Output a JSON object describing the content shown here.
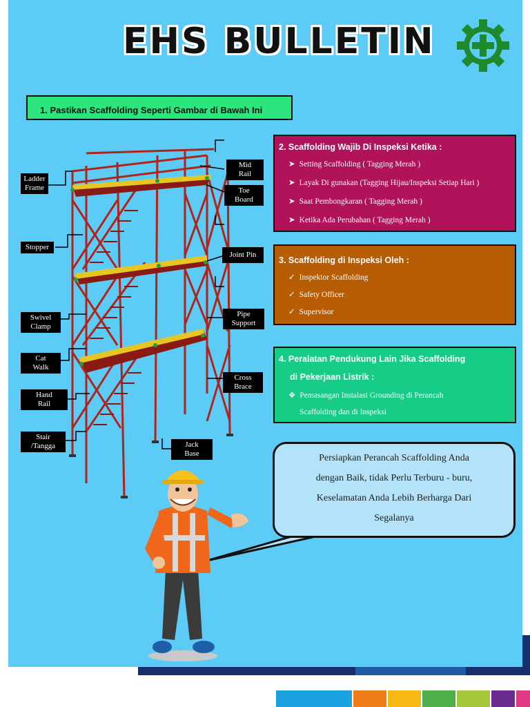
{
  "header": {
    "title": "EHS BULLETIN",
    "logo": "green-gear-cross-icon",
    "accent": "#1e8a2b"
  },
  "colors": {
    "background": "#5ccbf6",
    "box1": "#2de57d",
    "box2": "#b1135a",
    "box3": "#b65d06",
    "box4": "#17cc86",
    "bubble": "#b3e2f9"
  },
  "box1": {
    "text": "1. Pastikan Scaffolding Seperti Gambar di Bawah Ini"
  },
  "box2": {
    "title": "2. Scaffolding Wajib Di Inspeksi Ketika :",
    "items": [
      "Setting Scaffolding ( Tagging Merah )",
      "Layak Di gunakan (Tagging Hijau/Inspeksi Setiap Hari )",
      "Saat Pembongkaran ( Tagging Merah )",
      "Ketika Ada Perubahan ( Tagging Merah )"
    ]
  },
  "box3": {
    "title": "3. Scaffolding di Inspeksi Oleh :",
    "items": [
      "Inspektor Scaffolding",
      "Safety Officer",
      "Supervisor"
    ]
  },
  "box4": {
    "title_line1": "4. Peralatan Pendukung Lain Jika Scaffolding",
    "title_line2": "di Pekerjaan Listrik :",
    "item_line1": "Pemasangan Instalasi Grounding di Perancah",
    "item_line2": "Scaffolding dan di Inspeksi"
  },
  "labels": {
    "ladder_frame": [
      "Ladder",
      "Frame"
    ],
    "stopper": "Stopper",
    "swivel_clamp": [
      "Swivel",
      "Clamp"
    ],
    "cat_walk": [
      "Cat",
      "Walk"
    ],
    "hand_rail": [
      "Hand",
      "Rail"
    ],
    "stair": [
      "Stair",
      "/Tangga"
    ],
    "mid_rail": [
      "Mid",
      "Rail"
    ],
    "toe_board": [
      "Toe",
      "Board"
    ],
    "joint_pin": "Joint Pin",
    "pipe_support": [
      "Pipe",
      "Support"
    ],
    "cross_brace": [
      "Cross",
      "Brace"
    ],
    "jack_base": [
      "Jack",
      "Base"
    ]
  },
  "bubble": {
    "lines": [
      "Persiapkan Perancah Scaffolding Anda",
      "dengan Baik, tidak Perlu Terburu - buru,",
      "Keselamatan Anda Lebih Berharga Dari",
      "Segalanya"
    ]
  },
  "footer_colors": [
    "#1aa3e0",
    "#f07d1a",
    "#f6b813",
    "#4fae49",
    "#a4c73b",
    "#6b2c91",
    "#e13a85"
  ]
}
